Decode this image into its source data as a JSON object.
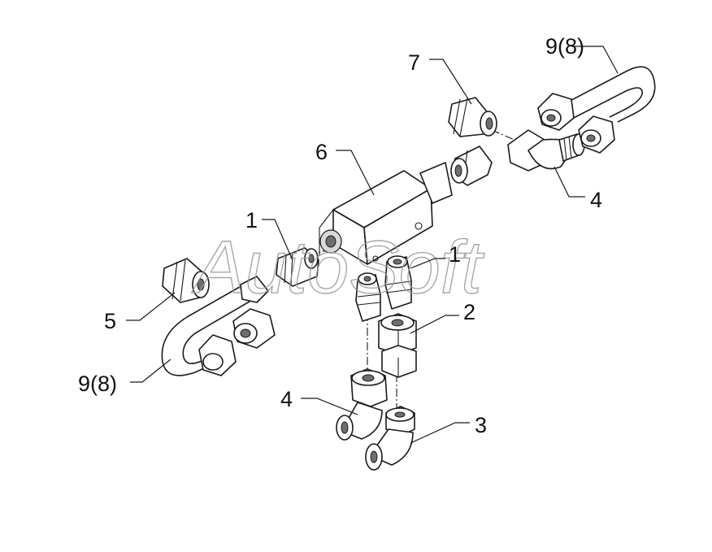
{
  "watermark": "AutoSoft",
  "callouts": {
    "c1_left": "1",
    "c1_right": "1",
    "c2": "2",
    "c3": "3",
    "c4_right": "4",
    "c4_bottom": "4",
    "c5": "5",
    "c6": "6",
    "c7": "7",
    "c98_top": "9(8)",
    "c98_left": "9(8)"
  },
  "colors": {
    "line": "#1a1a1a",
    "watermark": "#9a9a9a",
    "background": "#ffffff"
  }
}
